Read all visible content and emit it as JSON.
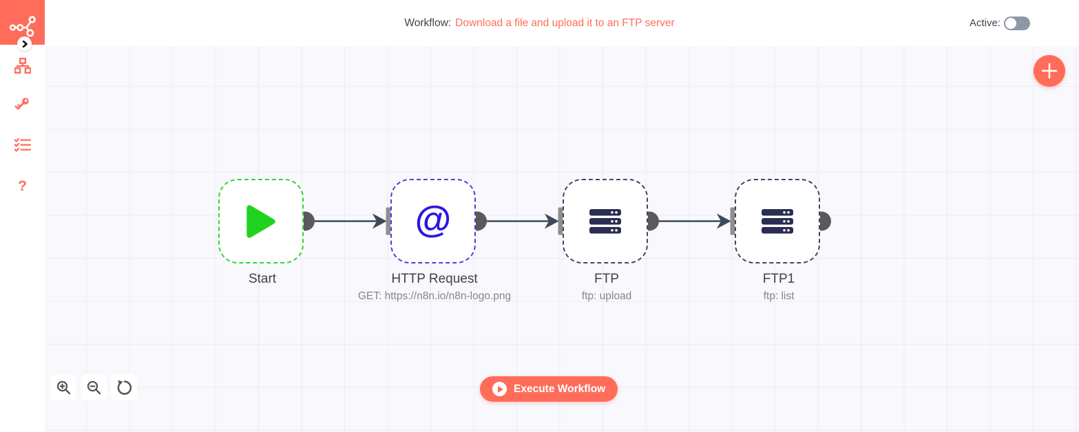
{
  "app": {
    "name": "n8n"
  },
  "header": {
    "workflow_label": "Workflow:",
    "workflow_name": "Download a file and upload it to an FTP server",
    "active_label": "Active:",
    "active_enabled": false
  },
  "sidebar": {
    "items": [
      {
        "id": "workflows",
        "icon": "sitemap-icon"
      },
      {
        "id": "credentials",
        "icon": "key-icon"
      },
      {
        "id": "executions",
        "icon": "checklist-icon"
      },
      {
        "id": "help",
        "icon": "question-mark-icon",
        "glyph": "?"
      }
    ]
  },
  "canvas": {
    "nodes": [
      {
        "name": "Start",
        "subtitle": "",
        "icon": "play-icon",
        "border_color": "#33d433"
      },
      {
        "name": "HTTP Request",
        "subtitle": "GET: https://n8n.io/n8n-logo.png",
        "icon": "at-icon",
        "glyph": "@",
        "border_color": "#4a41d2"
      },
      {
        "name": "FTP",
        "subtitle": "ftp: upload",
        "icon": "server-icon",
        "border_color": "#43465c"
      },
      {
        "name": "FTP1",
        "subtitle": "ftp: list",
        "icon": "server-icon",
        "border_color": "#43465c"
      }
    ],
    "connections": [
      {
        "from": "Start",
        "to": "HTTP Request"
      },
      {
        "from": "HTTP Request",
        "to": "FTP"
      },
      {
        "from": "FTP",
        "to": "FTP1"
      }
    ]
  },
  "controls": {
    "execute_label": "Execute Workflow"
  },
  "colors": {
    "accent": "#ff6d5a",
    "canvas_bg": "#f8f8fd",
    "grid_line": "#ecebf7",
    "start_green": "#33d433",
    "http_indigo": "#4a41d2",
    "ftp_slate": "#43465c",
    "wire": "#3b4a5a",
    "output_dot": "#595a5c",
    "input_port": "#8f8f8f",
    "toggle_track": "#8b99a7"
  }
}
